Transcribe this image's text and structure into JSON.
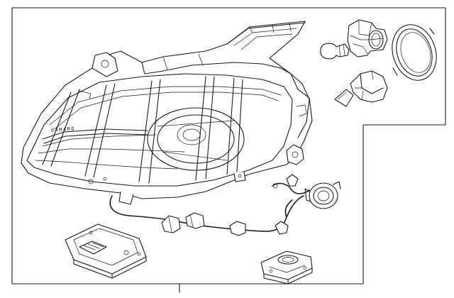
{
  "diagram": {
    "kind": "exploded-parts-drawing",
    "subject": "headlamp-assembly",
    "components": [
      {
        "id": "headlamp-housing"
      },
      {
        "id": "side-marker-bulb"
      },
      {
        "id": "bulb-socket"
      },
      {
        "id": "access-cover"
      },
      {
        "id": "hid-bulb"
      },
      {
        "id": "wiring-harness"
      },
      {
        "id": "ballast-module"
      },
      {
        "id": "igniter-module"
      }
    ],
    "housing_lettering": "CAMARO",
    "stroke_color": "#1a1a1a",
    "background_color": "#ffffff"
  }
}
